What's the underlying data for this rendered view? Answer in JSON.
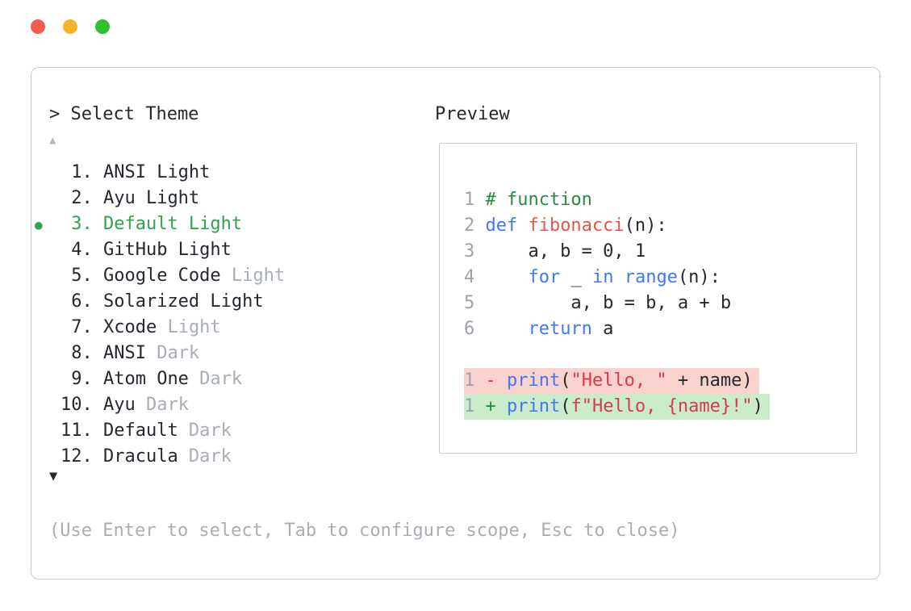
{
  "picker": {
    "prompt": "> Select Theme",
    "scroll_up_icon": "▲",
    "scroll_down_icon": "▼",
    "selected_bullet_icon": "●",
    "items": [
      {
        "number": "1.",
        "name": "ANSI Light",
        "dim": "",
        "selected": false
      },
      {
        "number": "2.",
        "name": "Ayu Light",
        "dim": "",
        "selected": false
      },
      {
        "number": "3.",
        "name": "Default Light",
        "dim": "",
        "selected": true
      },
      {
        "number": "4.",
        "name": "GitHub Light",
        "dim": "",
        "selected": false
      },
      {
        "number": "5.",
        "name": "Google Code",
        "dim": "Light",
        "selected": false
      },
      {
        "number": "6.",
        "name": "Solarized Light",
        "dim": "",
        "selected": false
      },
      {
        "number": "7.",
        "name": "Xcode",
        "dim": "Light",
        "selected": false
      },
      {
        "number": "8.",
        "name": "ANSI",
        "dim": "Dark",
        "selected": false
      },
      {
        "number": "9.",
        "name": "Atom One",
        "dim": "Dark",
        "selected": false
      },
      {
        "number": "10.",
        "name": "Ayu",
        "dim": "Dark",
        "selected": false
      },
      {
        "number": "11.",
        "name": "Default",
        "dim": "Dark",
        "selected": false
      },
      {
        "number": "12.",
        "name": "Dracula",
        "dim": "Dark",
        "selected": false
      }
    ],
    "footer": "(Use Enter to select, Tab to configure scope, Esc to close)"
  },
  "preview": {
    "label": "Preview",
    "lines": [
      {
        "num": "1",
        "highlight": "",
        "tokens": [
          {
            "t": "# function",
            "c": "comment"
          }
        ]
      },
      {
        "num": "2",
        "highlight": "",
        "tokens": [
          {
            "t": "def ",
            "c": "kw"
          },
          {
            "t": "fibonacci",
            "c": "fn"
          },
          {
            "t": "(n):",
            "c": "plain"
          }
        ]
      },
      {
        "num": "3",
        "highlight": "",
        "tokens": [
          {
            "t": "    a, b = 0, 1",
            "c": "plain"
          }
        ]
      },
      {
        "num": "4",
        "highlight": "",
        "tokens": [
          {
            "t": "    ",
            "c": "plain"
          },
          {
            "t": "for",
            "c": "kw"
          },
          {
            "t": " _ ",
            "c": "plain"
          },
          {
            "t": "in",
            "c": "kw"
          },
          {
            "t": " ",
            "c": "plain"
          },
          {
            "t": "range",
            "c": "kw"
          },
          {
            "t": "(n):",
            "c": "plain"
          }
        ]
      },
      {
        "num": "5",
        "highlight": "",
        "tokens": [
          {
            "t": "        a, b = b, a + b",
            "c": "plain"
          }
        ]
      },
      {
        "num": "6",
        "highlight": "",
        "tokens": [
          {
            "t": "    ",
            "c": "plain"
          },
          {
            "t": "return",
            "c": "kw"
          },
          {
            "t": " a",
            "c": "plain"
          }
        ]
      },
      {
        "num": "",
        "highlight": "",
        "tokens": []
      },
      {
        "num": "1",
        "highlight": "removed",
        "tokens": [
          {
            "t": "- ",
            "c": "sign-removed"
          },
          {
            "t": "print",
            "c": "kw"
          },
          {
            "t": "(",
            "c": "plain"
          },
          {
            "t": "\"Hello, \"",
            "c": "str"
          },
          {
            "t": " + name)",
            "c": "plain"
          }
        ]
      },
      {
        "num": "1",
        "highlight": "added",
        "tokens": [
          {
            "t": "+ ",
            "c": "sign-added"
          },
          {
            "t": "print",
            "c": "kw"
          },
          {
            "t": "(",
            "c": "plain"
          },
          {
            "t": "f\"Hello, {name}!\"",
            "c": "str"
          },
          {
            "t": ")",
            "c": "plain"
          }
        ]
      }
    ]
  },
  "colors": {
    "traffic_red": "#f45b51",
    "traffic_yellow": "#f6b42a",
    "traffic_green": "#2ec12e",
    "panel_border": "#c6ccd4",
    "preview_border": "#c9ced5",
    "text": "#24292f",
    "dim": "#a8aeb5",
    "selected": "#2ea44f",
    "scroll_up": "#b3b8be",
    "lineno": "#9da3aa",
    "comment": "#2b8a3e",
    "keyword": "#4078f2",
    "function": "#e45649",
    "string": "#d73a49",
    "sign_removed": "#d73a49",
    "sign_added": "#2b8a3e",
    "removed_bg": "#f9d2ce",
    "added_bg": "#caeccb"
  }
}
